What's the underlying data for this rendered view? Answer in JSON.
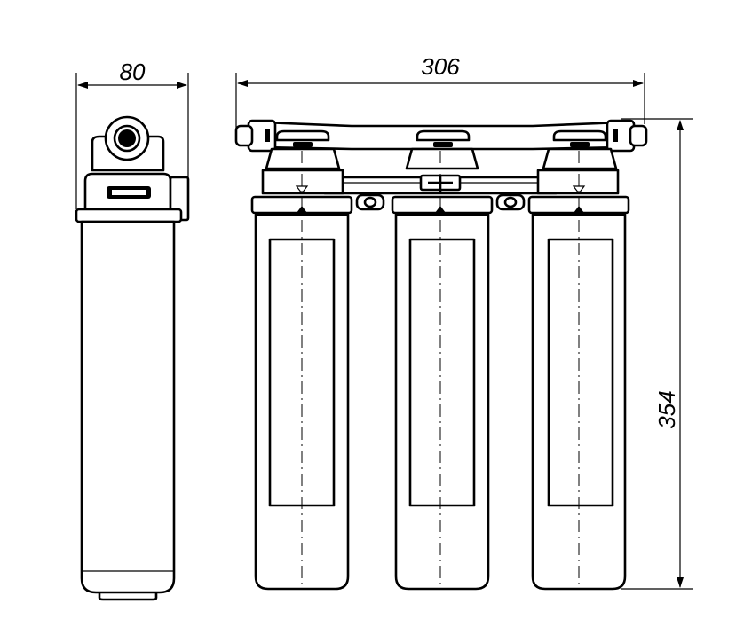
{
  "dimensions": {
    "width": "80",
    "length": "306",
    "height": "354"
  },
  "colors": {
    "line": "#000000",
    "background": "#ffffff"
  }
}
